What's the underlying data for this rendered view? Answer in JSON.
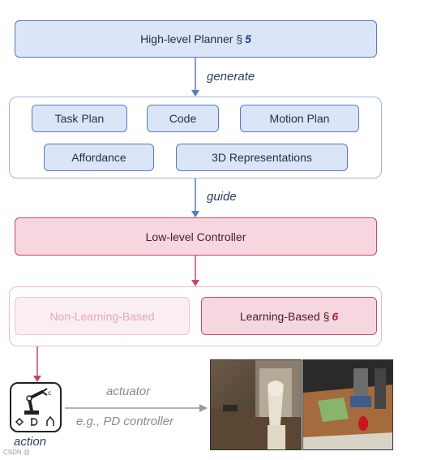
{
  "planner": {
    "label": "High-level Planner §",
    "section": "5"
  },
  "edges": {
    "generate": "generate",
    "guide": "guide"
  },
  "outputs": {
    "task_plan": "Task Plan",
    "code": "Code",
    "motion_plan": "Motion Plan",
    "affordance": "Affordance",
    "representations": "3D Representations"
  },
  "controller": {
    "label": "Low-level Controller"
  },
  "methods": {
    "non_learning": "Non-Learning-Based",
    "learning": "Learning-Based §",
    "learning_section": "6"
  },
  "action": {
    "label": "action",
    "actuator": "actuator",
    "example": "e.g., PD controller"
  },
  "watermark": "CSDN @",
  "colors": {
    "blue_fill": "#dbe5f8",
    "blue_stroke": "#5a79bf",
    "red_fill": "#f7d7df",
    "red_stroke": "#c44a64"
  }
}
